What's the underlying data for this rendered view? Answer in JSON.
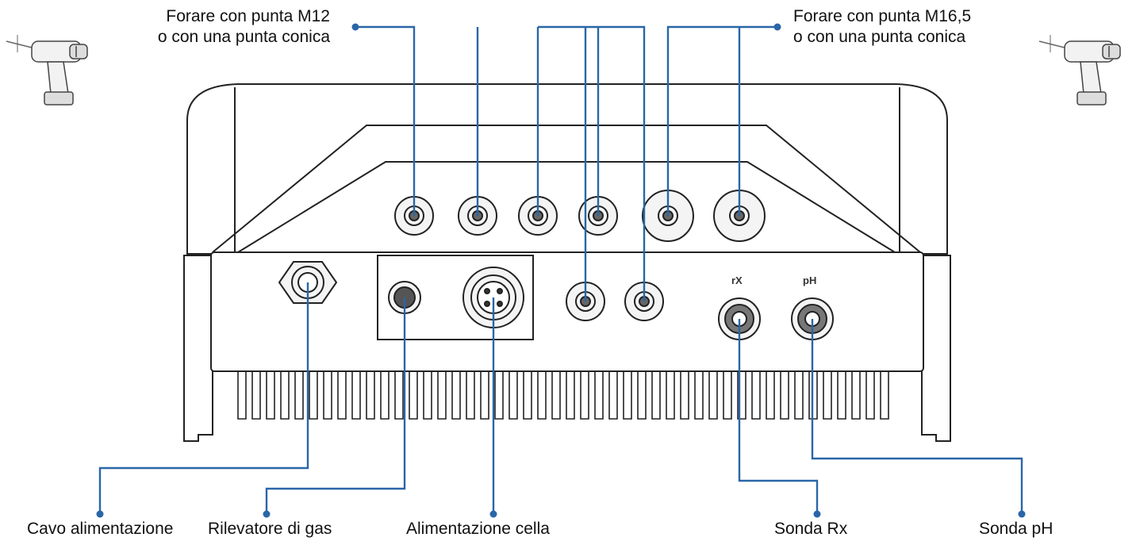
{
  "colors": {
    "leader": "#2a66a8",
    "outline": "#222222",
    "hole_fill": "#f4f4f4",
    "text": "#111111"
  },
  "drill_labels": {
    "left": {
      "line1": "Forare con punta M12",
      "line2": "o con una punta conica"
    },
    "right": {
      "line1": "Forare con punta M16,5",
      "line2": "o con una punta conica"
    }
  },
  "connector_labels": {
    "power_cable": "Cavo alimentazione",
    "gas_detector": "Rilevatore di gas",
    "cell_power": "Alimentazione cella",
    "rx_probe": "Sonda Rx",
    "ph_probe": "Sonda pH"
  },
  "panel_markings": {
    "rx": "rX",
    "ph": "pH"
  },
  "icons": [
    "drill-icon-left",
    "drill-icon-right"
  ]
}
